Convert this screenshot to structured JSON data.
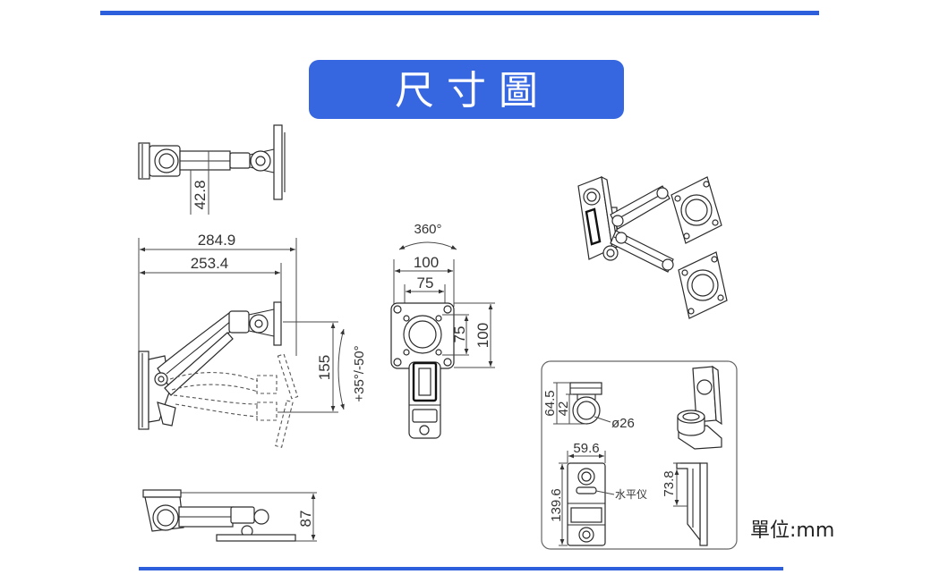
{
  "title": "尺 寸 圖",
  "unit_label": "單位:mm",
  "colors": {
    "accent_blue": "#2d5fdc",
    "title_box": "#3767e0",
    "title_text": "#ffffff"
  },
  "top_view": {
    "width_label": "42.8"
  },
  "side_view": {
    "overall_length": "284.9",
    "reach": "253.4",
    "height_range": "155",
    "tilt_range": "+35°/-50°"
  },
  "front_view": {
    "rotation": "360°",
    "vesa_outer_width": "100",
    "vesa_inner_width": "75",
    "vesa_inner_height": "75",
    "vesa_outer_height": "100"
  },
  "base_detail": {
    "clamp_outer_depth": "64.5",
    "clamp_inner_depth": "42",
    "pole_diameter": "ø26",
    "plate_width": "59.6",
    "plate_height": "139.6",
    "level_label": "水平仪",
    "plate_depth": "73.8"
  },
  "bottom_view": {
    "height_label": "87"
  }
}
